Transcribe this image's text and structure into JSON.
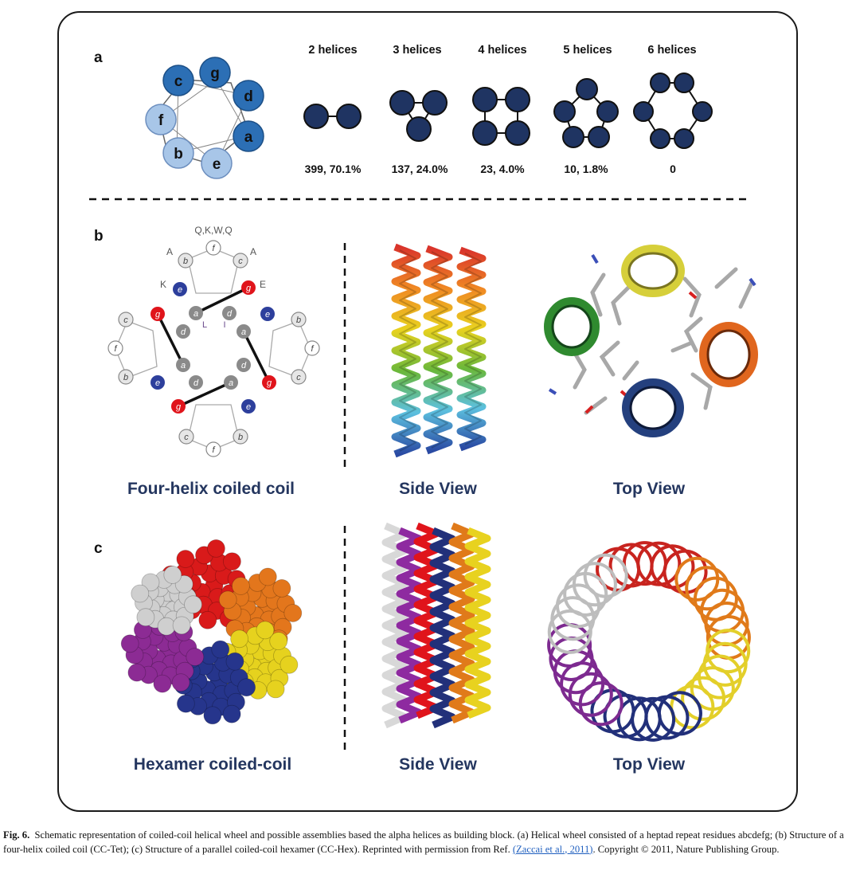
{
  "panels": {
    "a": {
      "letter": "a",
      "wheel_labels": [
        "c",
        "g",
        "d",
        "f",
        "a",
        "b",
        "e"
      ],
      "assemblies": [
        {
          "title": "2 helices",
          "stat": "399, 70.1%"
        },
        {
          "title": "3 helices",
          "stat": "137, 24.0%"
        },
        {
          "title": "4 helices",
          "stat": "23, 4.0%"
        },
        {
          "title": "5 helices",
          "stat": "10, 1.8%"
        },
        {
          "title": "6 helices",
          "stat": "0"
        }
      ]
    },
    "b": {
      "letter": "b",
      "top_residues": "Q,K,W,Q",
      "residue_labels": {
        "A1": "A",
        "A2": "A",
        "K": "K",
        "E": "E",
        "L": "L",
        "I": "I"
      },
      "heptad_letters": {
        "a": "a",
        "b": "b",
        "c": "c",
        "d": "d",
        "e": "e",
        "f": "f",
        "g": "g"
      },
      "titles": [
        "Four-helix coiled coil",
        "Side View",
        "Top View"
      ]
    },
    "c": {
      "letter": "c",
      "titles": [
        "Hexamer coiled-coil",
        "Side View",
        "Top View"
      ]
    }
  },
  "colors": {
    "title_navy": "#24365f",
    "node_navy": "#1f3462",
    "wheel_dark": "#2c6fb5",
    "wheel_light": "#a8c6e8",
    "residue_red": "#e0141b",
    "residue_blue": "#2d3f9c",
    "residue_grey": "#8a8a8a"
  },
  "caption": {
    "label": "Fig. 6.",
    "text_before": "Schematic representation of coiled-coil helical wheel and possible assemblies based the alpha helices as building block. (a) Helical wheel consisted of a heptad repeat residues abcdefg; (b) Structure of a four-helix coiled coil (CC-Tet); (c) Structure of a parallel coiled-coil hexamer (CC-Hex). Reprinted with permission from Ref.",
    "ref_text": "(Zaccai et al., 2011)",
    "text_after": ". Copyright © 2011, Nature Publishing Group."
  }
}
